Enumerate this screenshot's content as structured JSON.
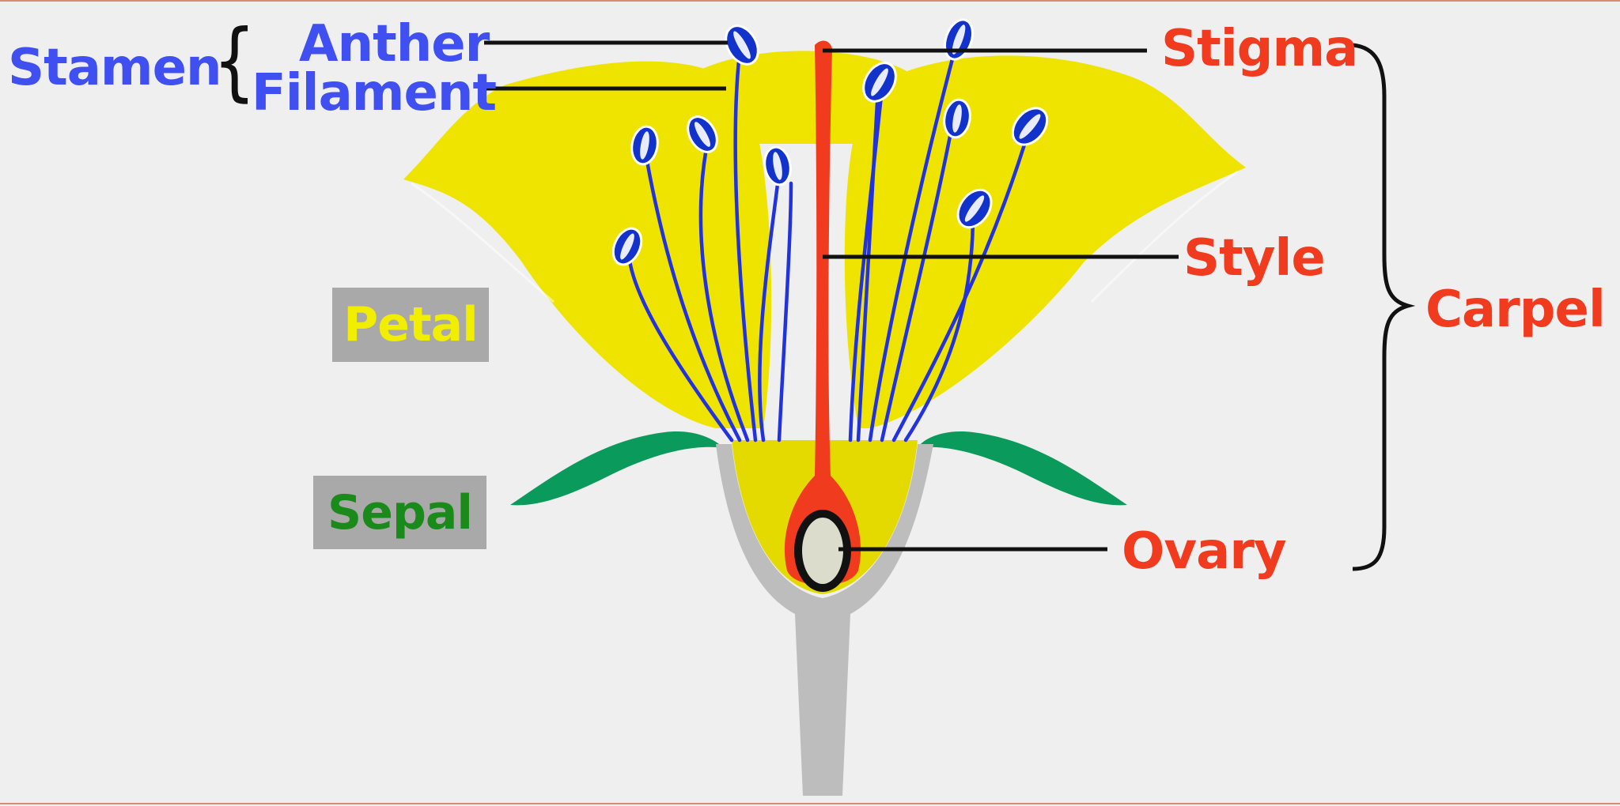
{
  "labels": {
    "stamen": "Stamen",
    "anther": "Anther",
    "filament": "Filament",
    "stigma": "Stigma",
    "style": "Style",
    "carpel": "Carpel",
    "petal": "Petal",
    "sepal": "Sepal",
    "ovary": "Ovary"
  },
  "colors": {
    "background": "#efefef",
    "stamen_blue": "#3f4ff0",
    "carpel_red": "#f03b1f",
    "petal_yellow": "#eee400",
    "sepal_green": "#0a9a5c",
    "receptacle_gray": "#bdbdbd",
    "label_box_gray": "#a9a9a9",
    "sepal_text_green": "#1a8a1a",
    "petal_text_yellow": "#f2ee00"
  }
}
